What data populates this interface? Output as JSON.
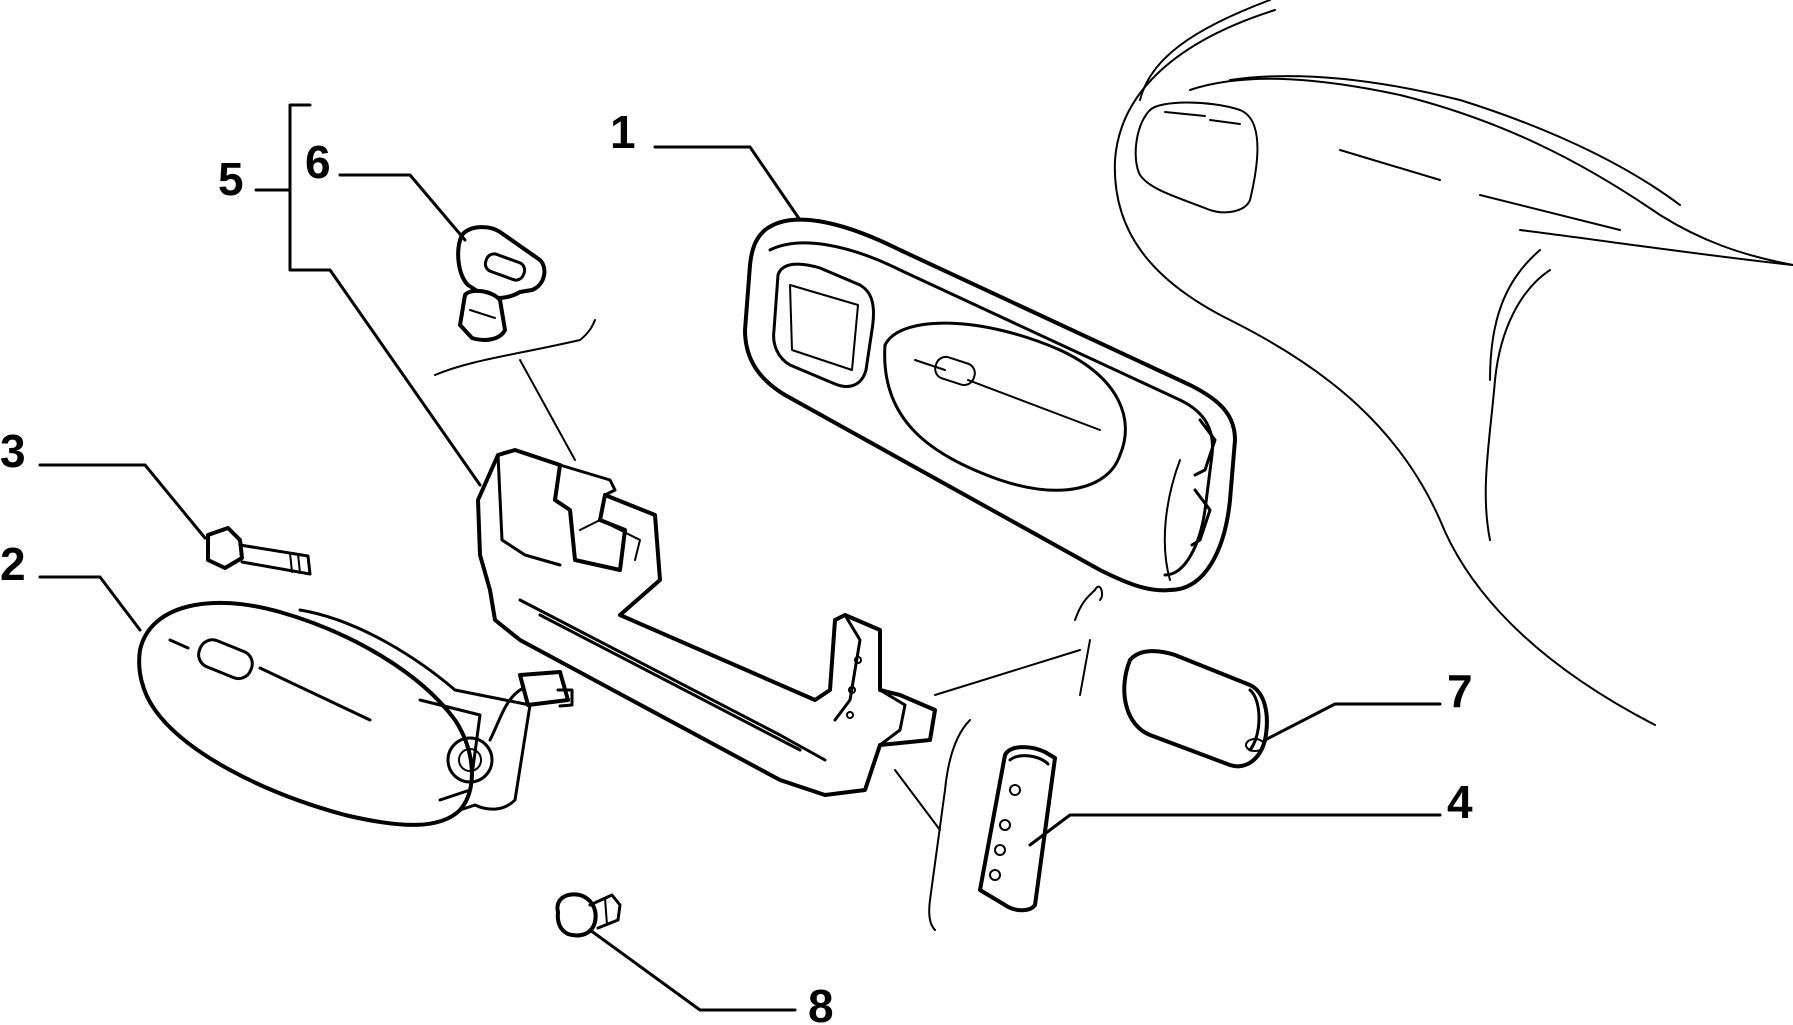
{
  "callouts": {
    "c1": "1",
    "c2": "2",
    "c3": "3",
    "c4": "4",
    "c5": "5",
    "c6": "6",
    "c7": "7",
    "c8": "8"
  },
  "colors": {
    "ink": "#000000",
    "background": "#ffffff"
  }
}
